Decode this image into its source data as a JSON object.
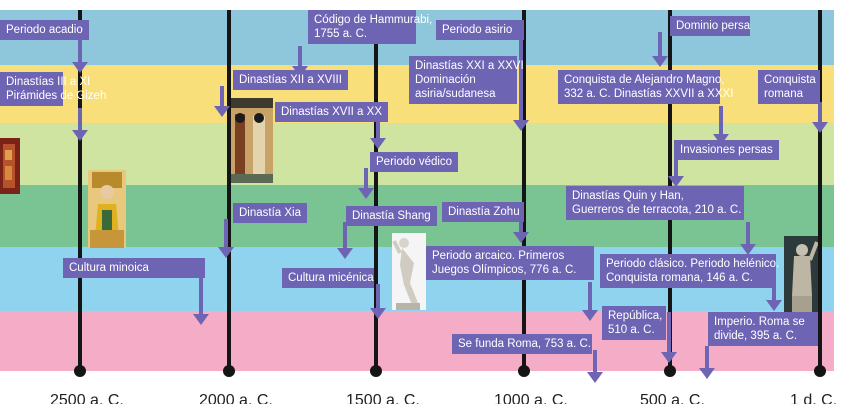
{
  "timeline": {
    "bands": [
      {
        "name": "band-blue",
        "color": "#8ec6dc"
      },
      {
        "name": "band-yellow",
        "color": "#f8df7a"
      },
      {
        "name": "band-lime",
        "color": "#cee4a0"
      },
      {
        "name": "band-green",
        "color": "#79c492"
      },
      {
        "name": "band-lightblue",
        "color": "#8fd3ef"
      },
      {
        "name": "band-pink",
        "color": "#f5acc7"
      }
    ],
    "axis_color": "#151515",
    "label_color": "#6e64b4",
    "ticks": [
      "2500 a. C.",
      "2000 a. C.",
      "1500 a. C.",
      "1000 a. C.",
      "500 a. C.",
      "1 d. C."
    ]
  },
  "events": {
    "periodo_acadio": "Periodo acadio",
    "dinastias_iii_xi": [
      "Dinastías III a XI",
      "Pirámides de Gizeh"
    ],
    "codigo_hammurabi": [
      "Código de Hammurabi,",
      "1755 a. C."
    ],
    "periodo_asirio": "Periodo asirio",
    "dominio_persa": "Dominio persa",
    "dinastias_xii_xviii": "Dinastías XII a XVIII",
    "dinastias_xvii_xx": "Dinastías XVII a XX",
    "dinastias_xxi_xxvi": [
      "Dinastías XXI a XXVI",
      "Dominación",
      "asiria/sudanesa"
    ],
    "conquista_alejandro": [
      "Conquista de Alejandro Magno,",
      "332 a. C. Dinastías XXVII a XXXI"
    ],
    "conquista_romana": [
      "Conquista",
      "romana"
    ],
    "invasiones_persas": "Invasiones persas",
    "periodo_vedico": "Periodo védico",
    "dinastia_xia": "Dinastía Xia",
    "dinastia_shang": "Dinastía Shang",
    "dinastia_zohu": "Dinastía Zohu",
    "dinastias_quin_han": [
      "Dinastías Quin y Han,",
      "Guerreros de terracota, 210 a. C."
    ],
    "cultura_minoica": "Cultura minoica",
    "cultura_micenica": "Cultura micénica",
    "periodo_arcaico": [
      "Periodo arcaico. Primeros",
      "Juegos Olímpicos, 776 a. C."
    ],
    "periodo_clasico": [
      "Periodo clásico. Periodo helénico.",
      "Conquista romana, 146 a. C."
    ],
    "republica": [
      "República,",
      "510 a. C."
    ],
    "se_funda_roma": "Se funda Roma, 753 a. C.",
    "imperio_roma": [
      "Imperio. Roma se",
      "divide, 395 a. C."
    ]
  },
  "images": {
    "icons": [
      "mesopotamian-art-icon",
      "chinese-emperor-icon",
      "egyptian-mural-icon",
      "discobolus-statue-icon",
      "augustus-statue-icon"
    ]
  }
}
